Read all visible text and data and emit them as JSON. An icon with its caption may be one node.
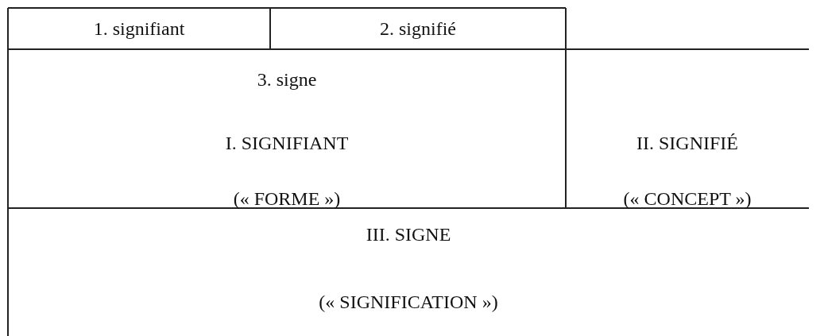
{
  "diagram": {
    "labels": [
      "1. signifiant",
      "2. signifié",
      "3. signe",
      "I. SIGNIFIANT",
      "(« FORME »)",
      "II. SIGNIFIÉ",
      "(« CONCEPT »)",
      "III. SIGNE",
      "(« SIGNIFICATION »)"
    ]
  }
}
